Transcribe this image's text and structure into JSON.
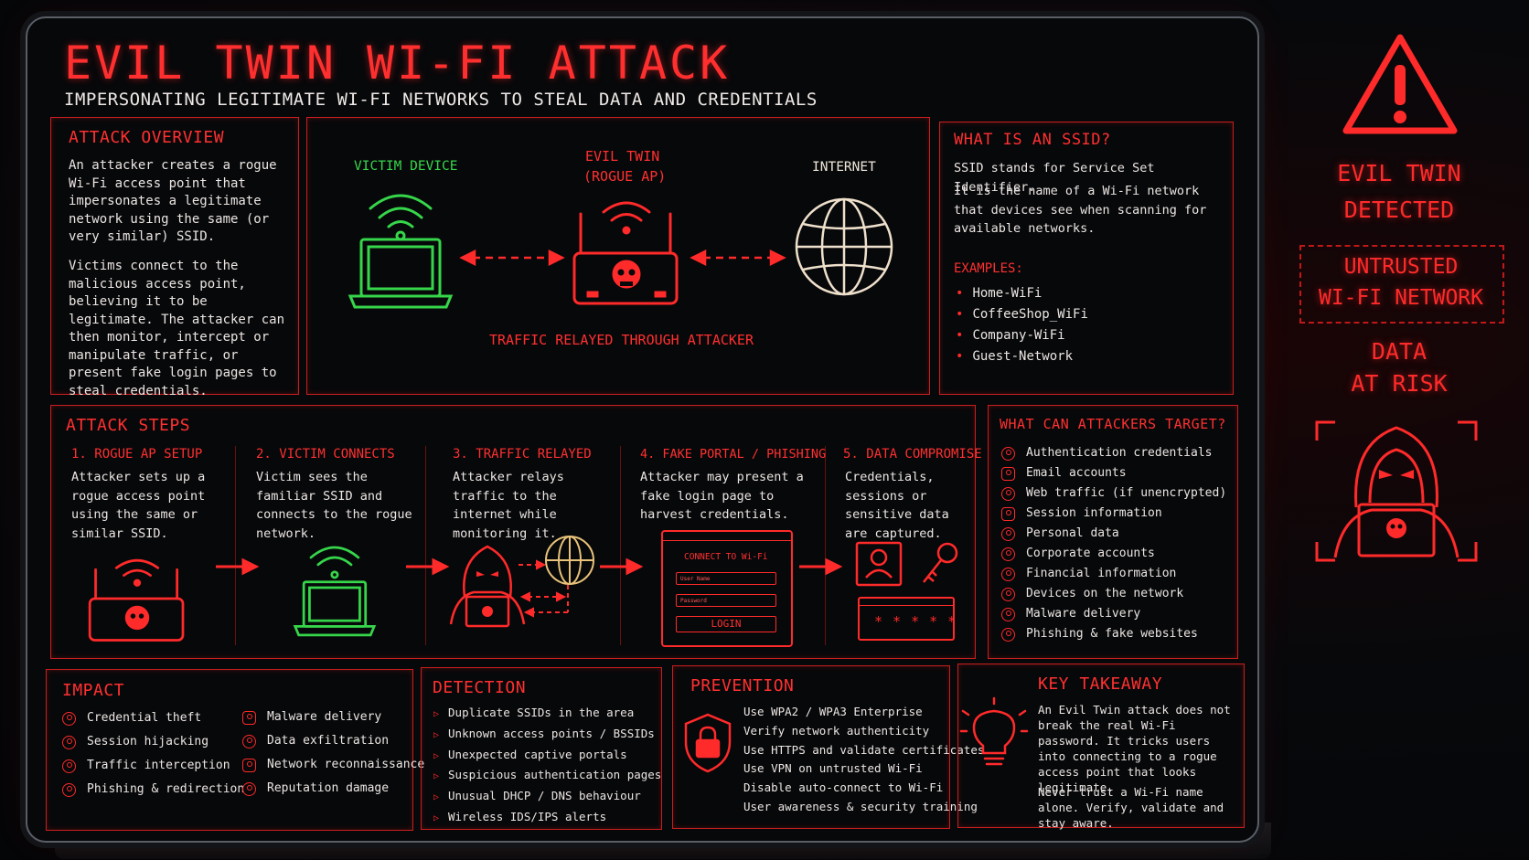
{
  "header": {
    "title": "EVIL TWIN WI-FI ATTACK",
    "subtitle": "IMPERSONATING LEGITIMATE WI-FI NETWORKS TO STEAL DATA AND CREDENTIALS"
  },
  "overview": {
    "heading": "ATTACK OVERVIEW",
    "para1": "An attacker creates a rogue Wi-Fi access point that impersonates a legitimate network using the same (or very similar) SSID.",
    "para2": "Victims connect to the malicious access point, believing it to be legitimate. The attacker can then monitor, intercept or manipulate traffic, or present fake login pages to steal credentials."
  },
  "diagram": {
    "victim_label": "VICTIM DEVICE",
    "evil_twin_label": "EVIL TWIN",
    "rogue_ap_label": "(ROGUE AP)",
    "internet_label": "INTERNET",
    "caption": "TRAFFIC RELAYED THROUGH ATTACKER"
  },
  "ssid": {
    "heading": "WHAT IS AN SSID?",
    "line1": "SSID stands for Service Set Identifier.",
    "line2": "It is the name of a Wi-Fi network that devices see when scanning for available networks.",
    "examples_label": "EXAMPLES:",
    "examples": [
      "Home-WiFi",
      "CoffeeShop_WiFi",
      "Company-WiFi",
      "Guest-Network"
    ]
  },
  "steps": {
    "heading": "ATTACK STEPS",
    "items": [
      {
        "title": "1. ROGUE AP SETUP",
        "text": "Attacker sets up a rogue access point using the same or similar SSID."
      },
      {
        "title": "2. VICTIM CONNECTS",
        "text": "Victim sees the familiar SSID and connects to the rogue network."
      },
      {
        "title": "3. TRAFFIC RELAYED",
        "text": "Attacker relays traffic to the internet while monitoring it."
      },
      {
        "title": "4. FAKE PORTAL / PHISHING",
        "text": "Attacker may present a fake login page to harvest credentials."
      },
      {
        "title": "5. DATA COMPROMISE",
        "text": "Credentials, sessions or sensitive data are captured."
      }
    ],
    "portal": {
      "title": "CONNECT TO Wi-Fi",
      "user_placeholder": "User Name",
      "pass_placeholder": "Password",
      "login_label": "LOGIN",
      "stars": "* * * * *"
    }
  },
  "targets": {
    "heading": "WHAT CAN ATTACKERS TARGET?",
    "items": [
      "Authentication credentials",
      "Email accounts",
      "Web traffic (if unencrypted)",
      "Session information",
      "Personal data",
      "Corporate accounts",
      "Financial information",
      "Devices on the network",
      "Malware delivery",
      "Phishing & fake websites"
    ]
  },
  "impact": {
    "heading": "IMPACT",
    "col1": [
      "Credential theft",
      "Session hijacking",
      "Traffic interception",
      "Phishing & redirection"
    ],
    "col2": [
      "Malware delivery",
      "Data exfiltration",
      "Network reconnaissance",
      "Reputation damage"
    ]
  },
  "detection": {
    "heading": "DETECTION",
    "items": [
      "Duplicate SSIDs in the area",
      "Unknown access points / BSSIDs",
      "Unexpected captive portals",
      "Suspicious authentication pages",
      "Unusual DHCP / DNS behaviour",
      "Wireless IDS/IPS alerts"
    ]
  },
  "prevention": {
    "heading": "PREVENTION",
    "items": [
      "Use WPA2 / WPA3 Enterprise",
      "Verify network authenticity",
      "Use HTTPS and validate certificates",
      "Use VPN on untrusted Wi-Fi",
      "Disable auto-connect to Wi-Fi",
      "User awareness & security training"
    ]
  },
  "takeaway": {
    "heading": "KEY TAKEAWAY",
    "para1": "An Evil Twin attack does not break the real Wi-Fi password. It tricks users into connecting to a rogue access point that looks legitimate.",
    "para2": "Never trust a Wi-Fi name alone. Verify, validate and stay aware."
  },
  "sidebar": {
    "alert1": "EVIL TWIN",
    "alert2": "DETECTED",
    "untrusted1": "UNTRUSTED",
    "untrusted2": "WI-FI NETWORK",
    "risk1": "DATA",
    "risk2": "AT RISK"
  },
  "colors": {
    "accent": "#ff2a2a",
    "victim": "#36d64a",
    "background": "#07080a"
  }
}
